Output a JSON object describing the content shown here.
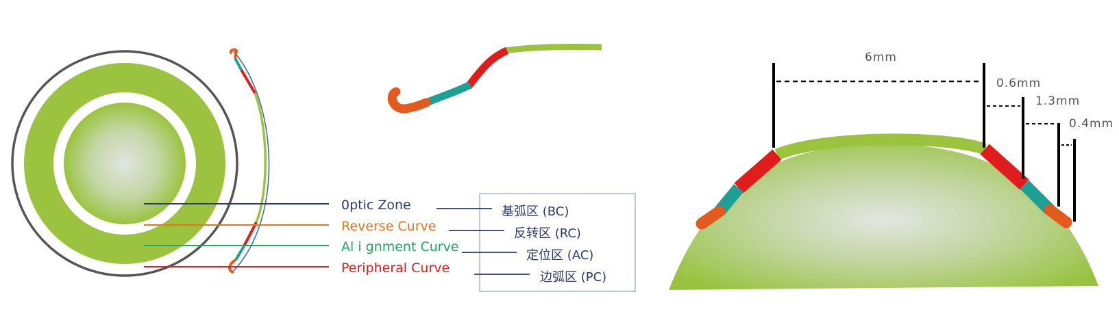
{
  "colors": {
    "optic": "#9bc33f",
    "reverse": "#df1d1d",
    "alignment": "#1f9e94",
    "peripheral": "#e35a1e",
    "navy": "#2b3a6b",
    "outline": "#555555",
    "box": "#b9c6de"
  },
  "legend": {
    "items": [
      {
        "en": "0ptic Zone",
        "en_color": "#2b3a6b",
        "line_color": "#2b3a6b",
        "cn": "基弧区 (BC)"
      },
      {
        "en": "Reverse Curve",
        "en_color": "#e8731c",
        "line_color": "#e8731c",
        "cn": "反转区 (RC)"
      },
      {
        "en": "Al i gnment Curve",
        "en_color": "#1aab5b",
        "line_color": "#1aab5b",
        "cn": "定位区 (AC)"
      },
      {
        "en": "Peripheral Curve",
        "en_color": "#df1d1d",
        "line_color": "#df1d1d",
        "cn": "边弧区  (PC)"
      }
    ]
  },
  "dimensions": {
    "optic_width": "6mm",
    "reverse_width": "0.6mm",
    "alignment_width": "1.3mm",
    "peripheral_width": "0.4mm"
  }
}
